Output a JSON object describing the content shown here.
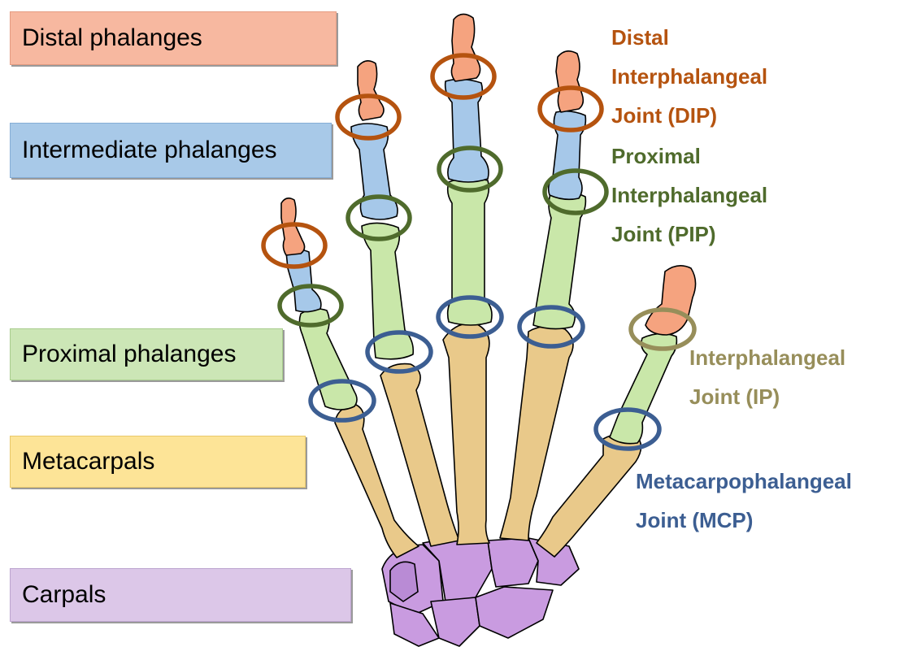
{
  "bone_labels": {
    "distal": "Distal phalanges",
    "intermediate": "Intermediate phalanges",
    "proximal": "Proximal phalanges",
    "metacarpals": "Metacarpals",
    "carpals": "Carpals"
  },
  "joint_labels": {
    "dip": [
      "Distal",
      "Interphalangeal",
      "Joint (DIP)"
    ],
    "pip": [
      "Proximal",
      "Interphalangeal",
      "Joint (PIP)"
    ],
    "ip": [
      "Interphalangeal",
      "Joint (IP)"
    ],
    "mcp": [
      "Metacarpophalangeal",
      "Joint (MCP)"
    ]
  },
  "colors": {
    "distal": "#f5a37f",
    "intermediate": "#a6c8e9",
    "proximal": "#c9e7a9",
    "metacarpals": "#e9c98a",
    "carpals": "#c99be0",
    "dip_ring": "#b5530f",
    "pip_ring": "#4f6b2c",
    "ip_ring": "#978e5a",
    "mcp_ring": "#3c5e92"
  }
}
